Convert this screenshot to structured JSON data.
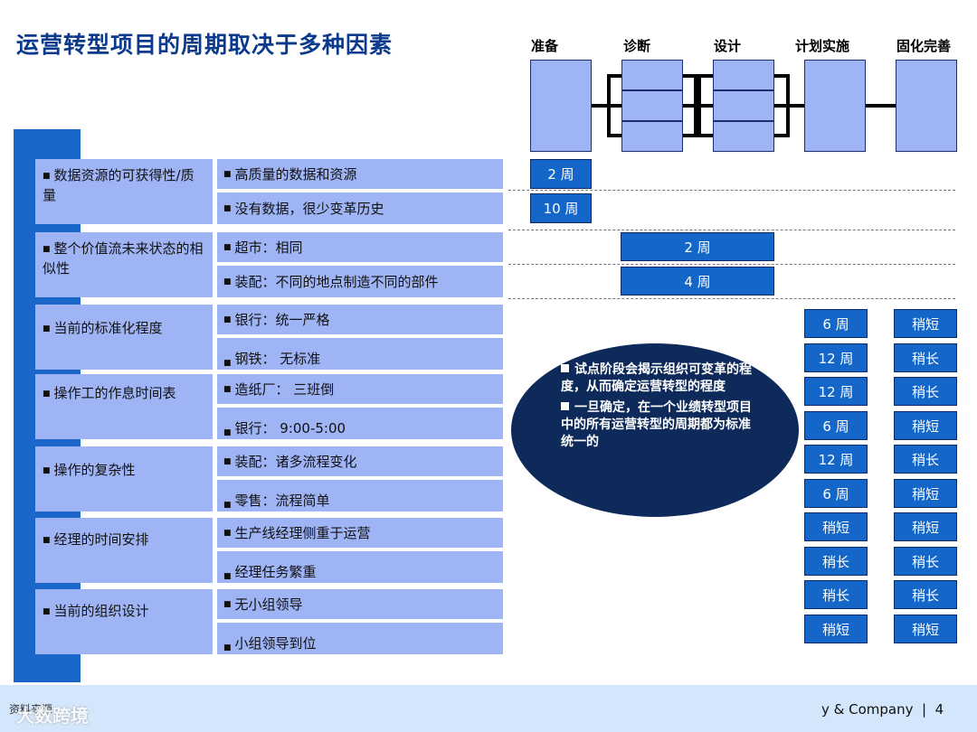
{
  "title": "运营转型项目的周期取决于多种因素",
  "phases": [
    "准备",
    "诊断",
    "设计",
    "计划实施",
    "固化完善"
  ],
  "factors": [
    {
      "category": "数据资源的可获得性/质量",
      "options": [
        "高质量的数据和资源",
        "没有数据，很少变革历史"
      ]
    },
    {
      "category": "整个价值流未来状态的相似性",
      "options": [
        "超市：相同",
        "装配：不同的地点制造不同的部件"
      ]
    },
    {
      "category": "当前的标准化程度",
      "options": [
        "银行：统一严格",
        "钢铁： 无标准"
      ]
    },
    {
      "category": "操作工的作息时间表",
      "options": [
        "造纸厂： 三班倒",
        "银行： 9:00-5:00"
      ]
    },
    {
      "category": "操作的复杂性",
      "options": [
        "装配：诸多流程变化",
        "零售：流程简单"
      ]
    },
    {
      "category": "经理的时间安排",
      "options": [
        "生产线经理侧重于运营",
        "经理任务繁重"
      ]
    },
    {
      "category": "当前的组织设计",
      "options": [
        "无小组领导",
        "小组领导到位"
      ]
    }
  ],
  "durations": {
    "prep": [
      "2 周",
      "10 周"
    ],
    "diag_design": [
      "2 周",
      "4 周"
    ],
    "impl": [
      "6 周",
      "12 周",
      "12 周",
      "6 周",
      "12 周",
      "6 周",
      "稍短",
      "稍长",
      "稍长",
      "稍短"
    ],
    "consolidate": [
      "稍短",
      "稍长",
      "稍长",
      "稍短",
      "稍长",
      "稍短",
      "稍短",
      "稍长",
      "稍长",
      "稍短"
    ]
  },
  "callout": [
    "试点阶段会揭示组织可变革的程度，从而确定运营转型的程度",
    "一旦确定，在一个业绩转型项目中的所有运营转型的周期都为标准统一的"
  ],
  "footer": {
    "source": "资料来源",
    "watermark": "大数跨境",
    "company": "y & Company",
    "separator": "|",
    "page": "4"
  },
  "colors": {
    "title": "#0b3a8c",
    "box_fill": "#9fb4f4",
    "duration_fill": "#1467c8",
    "sidebar": "#1a66c9",
    "oval": "#0e2a5a"
  }
}
